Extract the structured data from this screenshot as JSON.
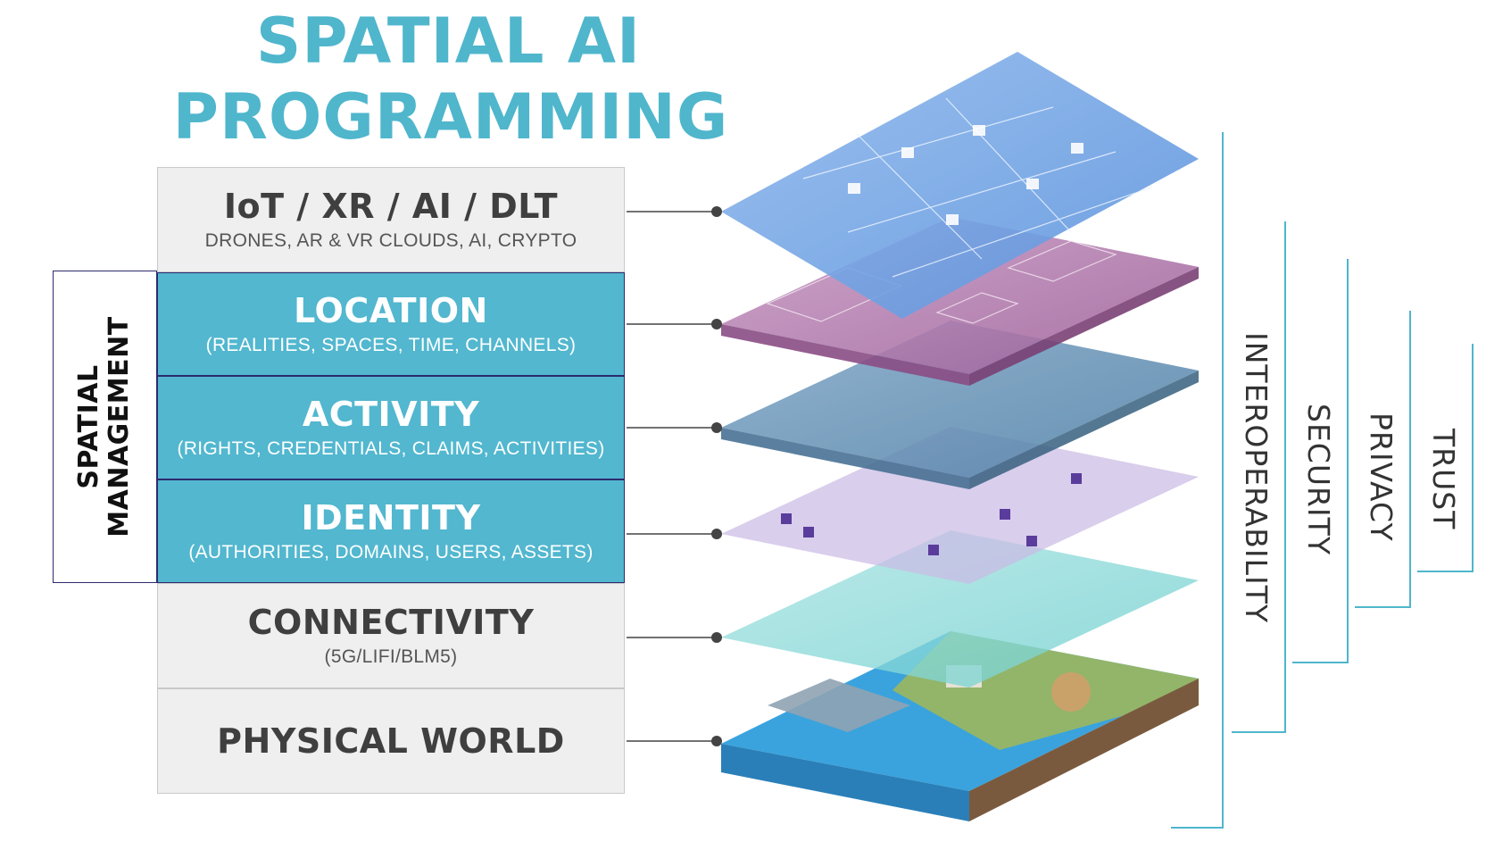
{
  "title": {
    "line1": "SPATIAL AI",
    "line2": "PROGRAMMING"
  },
  "spatial_management": {
    "line1": "SPATIAL",
    "line2": "MANAGEMENT"
  },
  "layers": [
    {
      "name": "IoT / XR / AI / DLT",
      "sub": "DRONES, AR & VR CLOUDS, AI, CRYPTO"
    },
    {
      "name": "LOCATION",
      "sub": "(REALITIES, SPACES, TIME, CHANNELS)"
    },
    {
      "name": "ACTIVITY",
      "sub": "(RIGHTS, CREDENTIALS, CLAIMS, ACTIVITIES)"
    },
    {
      "name": "IDENTITY",
      "sub": "(AUTHORITIES, DOMAINS, USERS, ASSETS)"
    },
    {
      "name": "CONNECTIVITY",
      "sub": "(5G/LIFI/BLM5)"
    },
    {
      "name": "PHYSICAL WORLD"
    }
  ],
  "pillars": [
    "INTEROPERABILITY",
    "SECURITY",
    "PRIVACY",
    "TRUST"
  ],
  "colors": {
    "title": "#4fb6cc",
    "highlight_layer": "#52b7cf",
    "highlight_border": "#2d2a6e",
    "grey_layer": "#efefef",
    "bracket": "#4fb6cc"
  }
}
